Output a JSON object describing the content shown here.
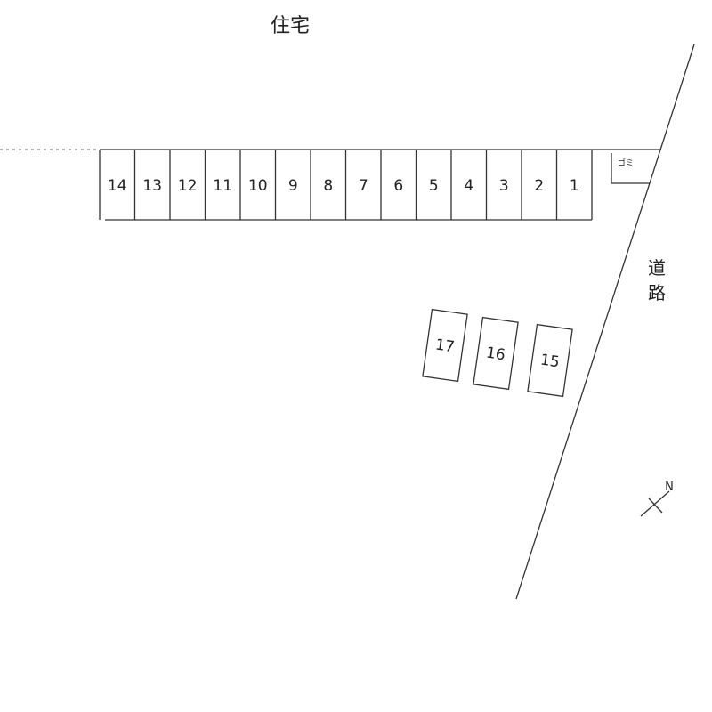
{
  "labels": {
    "housing": "住宅",
    "road": "道路",
    "road_chars": [
      "道",
      "路"
    ],
    "garbage": "ゴミ",
    "north": "N"
  },
  "row_spaces": [
    "14",
    "13",
    "12",
    "11",
    "10",
    "9",
    "8",
    "7",
    "6",
    "5",
    "4",
    "3",
    "2",
    "1"
  ],
  "angled_spaces": [
    "17",
    "16",
    "15"
  ]
}
